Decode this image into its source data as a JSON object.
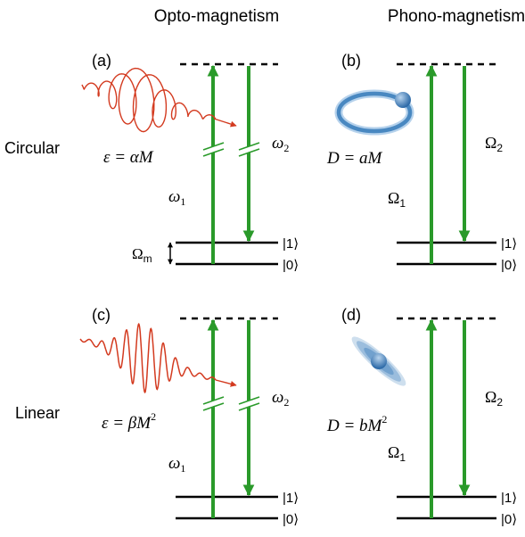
{
  "headers": {
    "opto": "Opto-magnetism",
    "phono": "Phono-magnetism"
  },
  "rows": {
    "circular": "Circular",
    "linear": "Linear"
  },
  "panels": {
    "a": {
      "label": "(a)",
      "eq": "ε = αM"
    },
    "b": {
      "label": "(b)",
      "eq": "D = aM"
    },
    "c": {
      "label": "(c)",
      "eq_main": "ε = βM",
      "eq_sup": "2"
    },
    "d": {
      "label": "(d)",
      "eq_main": "D = bM",
      "eq_sup": "2"
    }
  },
  "symbols": {
    "omega1_main": "ω",
    "omega1_sub": "1",
    "omega2_main": "ω",
    "omega2_sub": "2",
    "Omega1_main": "Ω",
    "Omega1_sub": "1",
    "Omega2_main": "Ω",
    "Omega2_sub": "2",
    "Omegam_main": "Ω",
    "Omegam_sub": "m"
  },
  "kets": {
    "one": "|1⟩",
    "zero": "|0⟩"
  },
  "colors": {
    "arrow": "#2a9a2a",
    "light": "#d33a1f",
    "phonon": "#3d7fbd",
    "level": "#000000"
  }
}
